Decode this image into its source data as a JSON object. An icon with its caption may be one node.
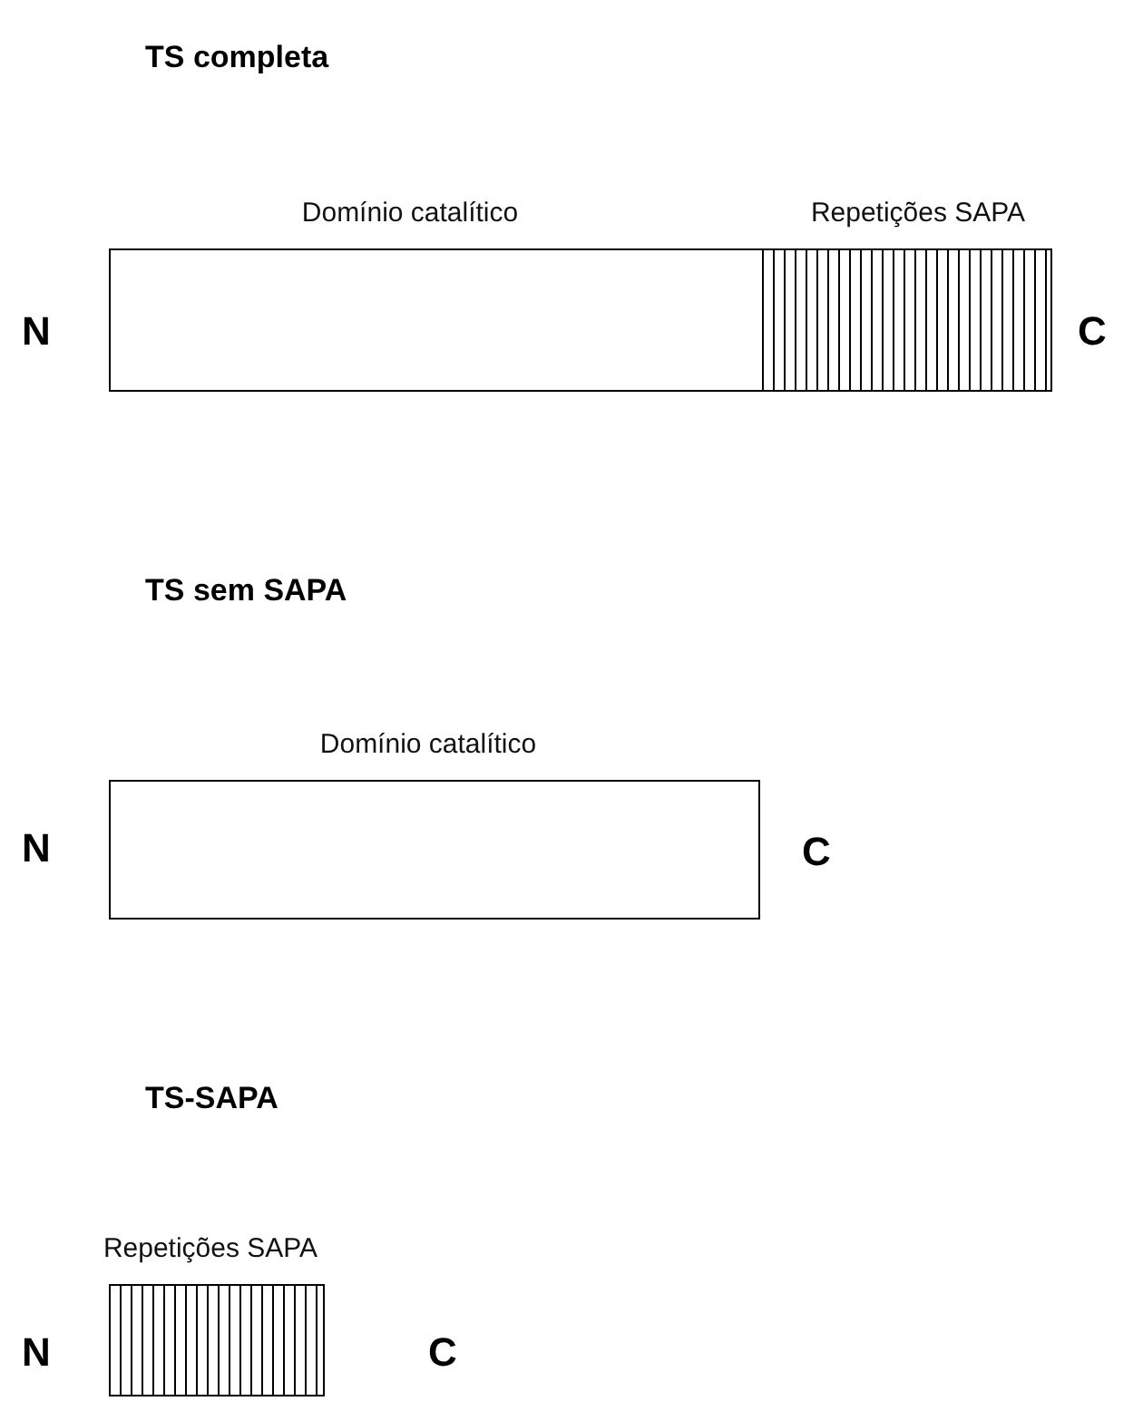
{
  "diagram": {
    "nodes": [
      {
        "text": [
          "Domínio catalítico"
        ]
      },
      {
        "text": [
          "Repetições SAPA"
        ]
      },
      {
        "text": [
          "Domínio catalítico"
        ]
      },
      {
        "text": [
          "Repetições SAPA"
        ]
      }
    ],
    "labels": [
      "TS completa",
      "N",
      "C",
      "TS sem SAPA",
      "N",
      "C",
      "TS-SAPA",
      "N",
      "C"
    ]
  }
}
